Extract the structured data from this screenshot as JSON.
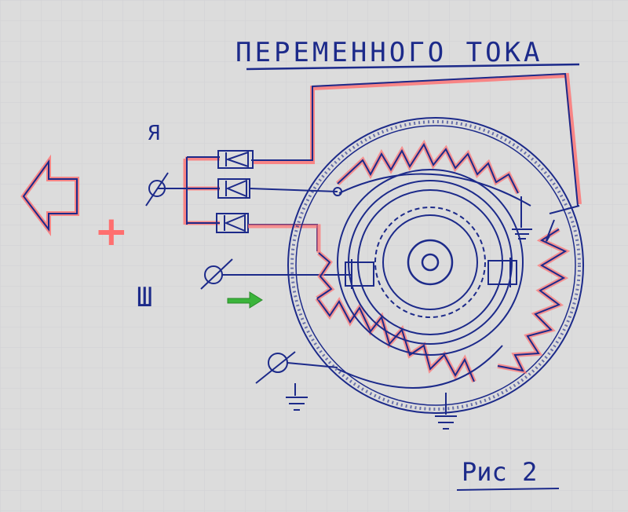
{
  "title": "ПЕРЕМЕННОГО ТОКА",
  "figure_caption": "Рис 2",
  "labels": {
    "terminal_ya": "Я",
    "terminal_sh": "Ш",
    "plus": "+"
  },
  "colors": {
    "paper": "#dcdcdc",
    "ink": "#1c2a8a",
    "highlight": "#ff6f6f",
    "green_arrow": "#3bb43b"
  }
}
